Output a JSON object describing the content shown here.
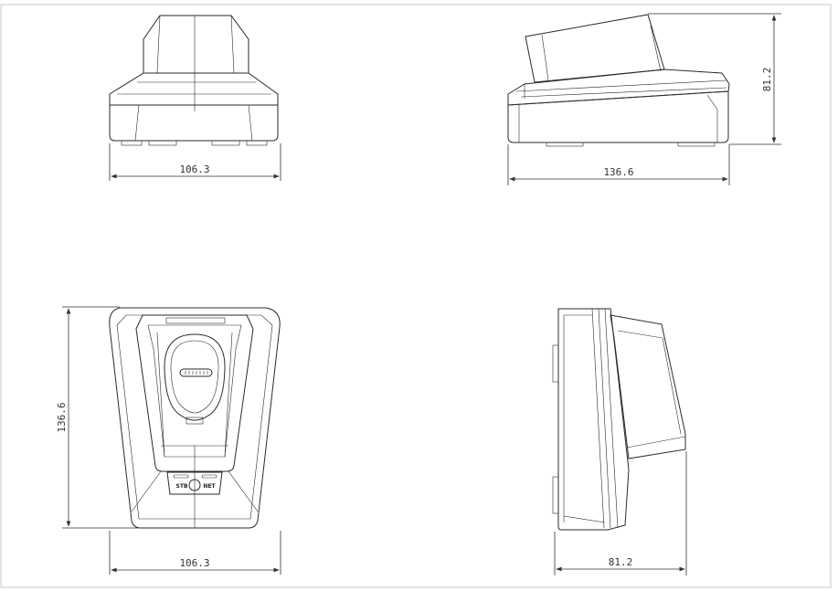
{
  "views": {
    "front": {
      "width_dim": "106.3"
    },
    "side": {
      "length_dim": "136.6",
      "height_dim": "81.2"
    },
    "top": {
      "width_dim": "106.3",
      "length_dim": "136.6",
      "button_left": "STB",
      "button_right": "NET"
    },
    "right": {
      "depth_dim": "81.2"
    }
  }
}
